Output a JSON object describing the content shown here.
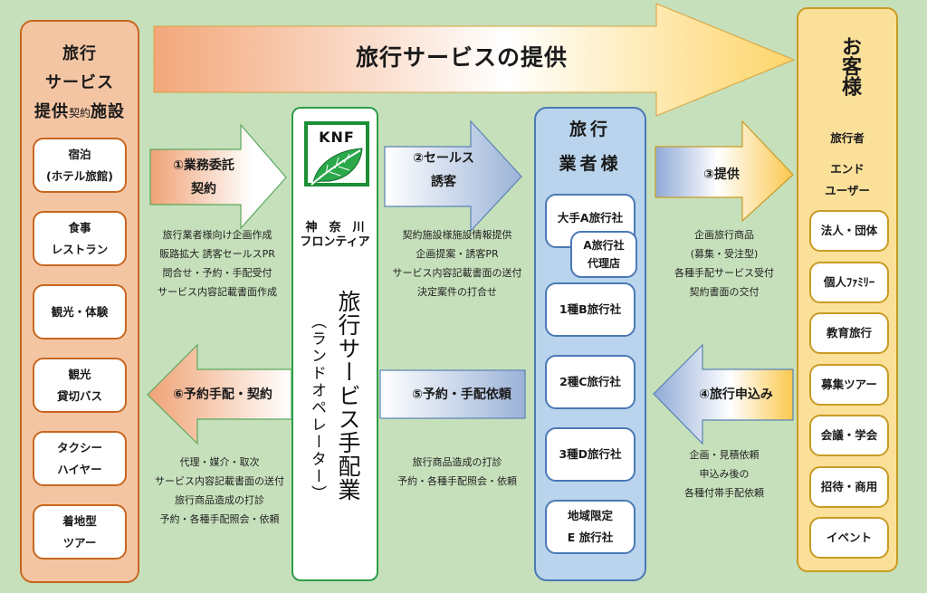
{
  "colors": {
    "background": "#c6e0bb",
    "provider_fill": "#f4c5a3",
    "provider_border": "#c8661f",
    "knf_border": "#2e9e47",
    "agency_fill": "#b9d4ec",
    "agency_border": "#4a79b5",
    "customer_fill": "#fbe09a",
    "customer_border": "#c89b24"
  },
  "banner": {
    "label": "旅行サービスの提供"
  },
  "providers": {
    "title_lines": [
      "旅行",
      "サービス"
    ],
    "title_last_prefix": "提供",
    "title_last_small": "契約",
    "title_last_suffix": "施設",
    "items": [
      {
        "line1": "宿泊",
        "line2": "(ホテル旅館)"
      },
      {
        "line1": "食事",
        "line2": "レストラン"
      },
      {
        "line1": "観光・体験",
        "line2": ""
      },
      {
        "line1": "観光",
        "line2": "貸切バス"
      },
      {
        "line1": "タクシー",
        "line2": "ハイヤー"
      },
      {
        "line1": "着地型",
        "line2": "ツアー"
      }
    ]
  },
  "knf": {
    "logo_letters": "KNF",
    "name_line1": "神　奈　川",
    "name_line2": "フロンティア",
    "role": "旅行サービス手配業",
    "role_sub": "（ランドオペレーター）"
  },
  "agencies": {
    "title_line1": "旅行",
    "title_line2": "業者様",
    "items": [
      {
        "line1": "大手A旅行社",
        "line2": ""
      },
      {
        "line1": "1種B旅行社",
        "line2": ""
      },
      {
        "line1": "2種C旅行社",
        "line2": ""
      },
      {
        "line1": "3種D旅行社",
        "line2": ""
      },
      {
        "line1": "地域限定",
        "line2": "E 旅行社"
      }
    ],
    "sub_item": {
      "line1": "A旅行社",
      "line2": "代理店"
    }
  },
  "customers": {
    "title": "お客様",
    "sub1": "旅行者",
    "sub2_line1": "エンド",
    "sub2_line2": "ユーザー",
    "items": [
      "法人・団体",
      "個人ﾌｧﾐﾘｰ",
      "教育旅行",
      "募集ツアー",
      "会議・学会",
      "招待・商用",
      "イベント"
    ]
  },
  "flows": [
    {
      "id": 1,
      "label_line1": "①業務委託",
      "label_line2": "契約",
      "notes": [
        "旅行業者様向け企画作成",
        "販路拡大 誘客セールスPR",
        "問合せ・予約・手配受付",
        "サービス内容記載書面作成"
      ]
    },
    {
      "id": 2,
      "label_line1": "②セールス",
      "label_line2": "誘客",
      "notes": [
        "契約施設様施設情報提供",
        "企画提案・誘客PR",
        "サービス内容記載書面の送付",
        "決定案件の打合せ"
      ]
    },
    {
      "id": 3,
      "label_line1": "③提供",
      "label_line2": "",
      "notes": [
        "企画旅行商品",
        "(募集・受注型)",
        "各種手配サービス受付",
        "契約書面の交付"
      ]
    },
    {
      "id": 4,
      "label_line1": "④旅行申込み",
      "label_line2": "",
      "notes": [
        "企画・見積依頼",
        "申込み後の",
        "各種付帯手配依頼"
      ]
    },
    {
      "id": 5,
      "label_line1": "⑤予約・手配依頼",
      "label_line2": "",
      "notes": [
        "旅行商品造成の打診",
        "予約・各種手配照会・依頼"
      ]
    },
    {
      "id": 6,
      "label_line1": "⑥予約手配・契約",
      "label_line2": "",
      "notes": [
        "代理・媒介・取次",
        "サービス内容記載書面の送付",
        "旅行商品造成の打診",
        "予約・各種手配照会・依頼"
      ]
    }
  ]
}
